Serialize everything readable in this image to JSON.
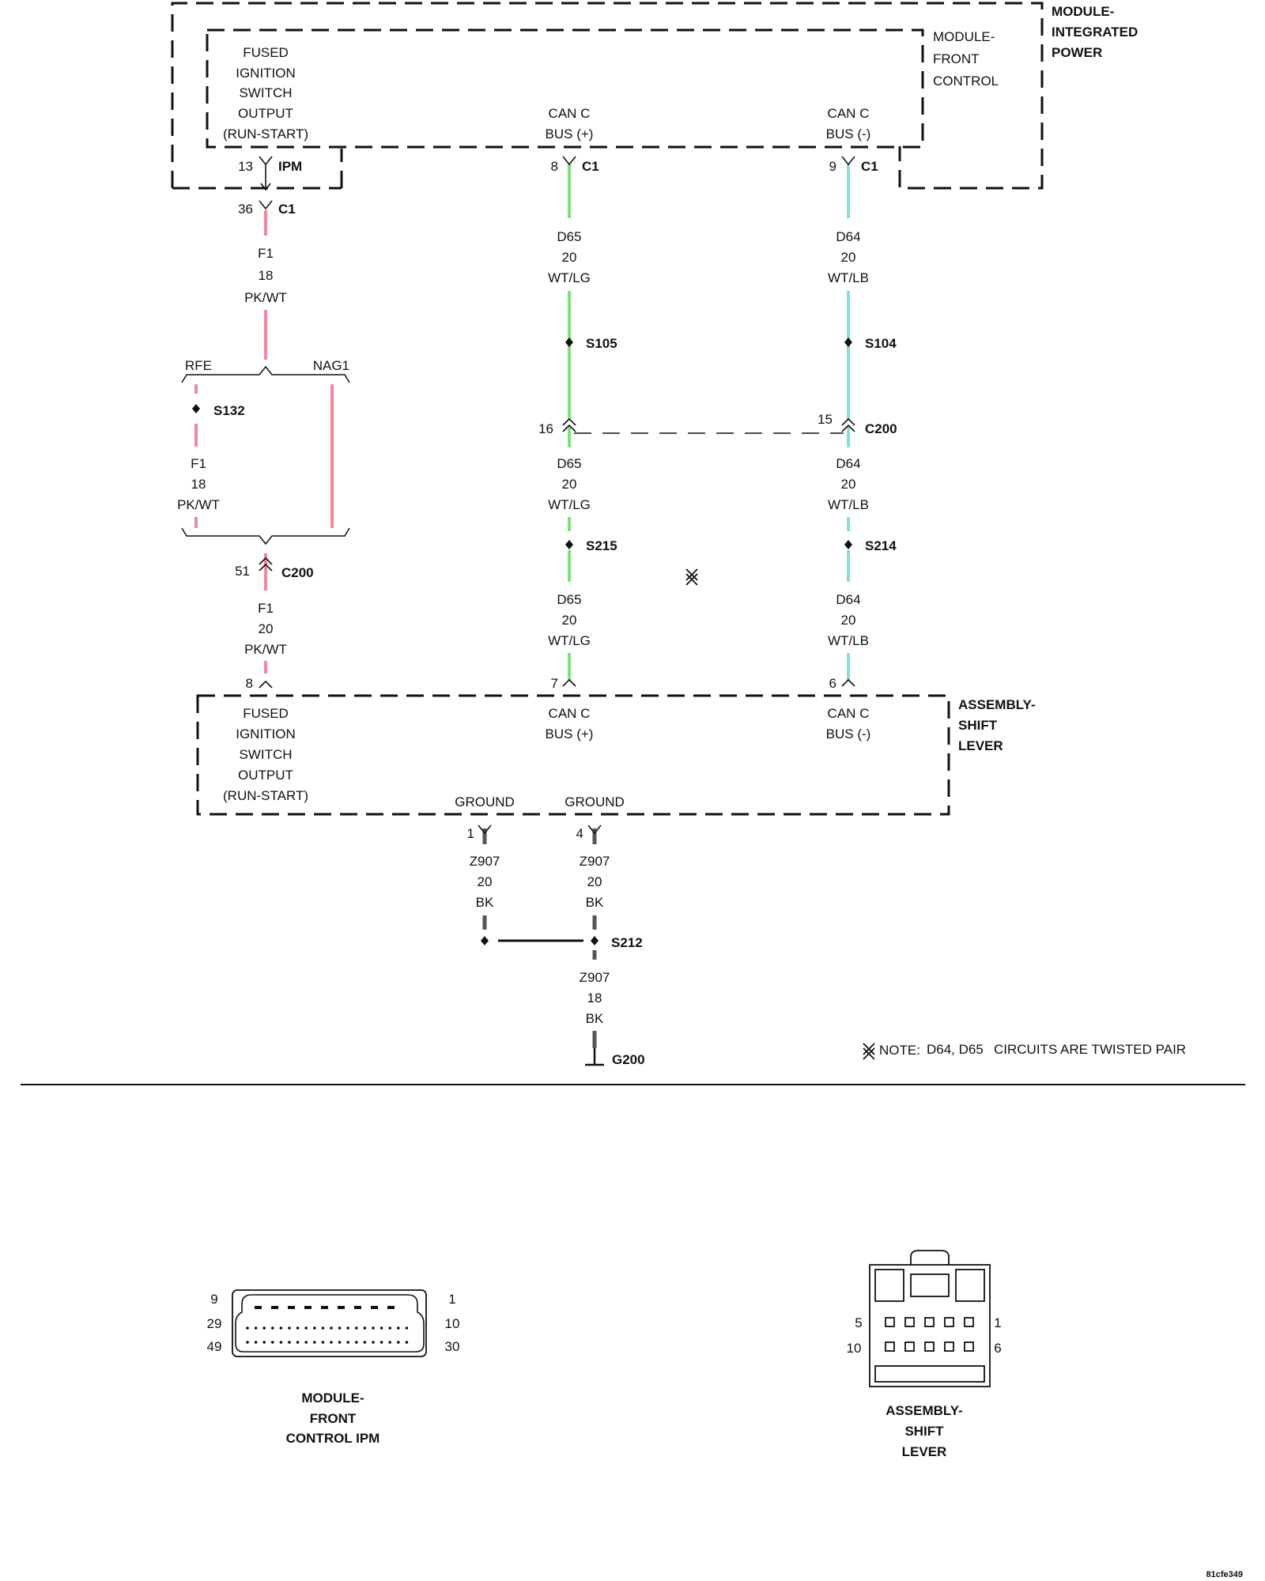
{
  "modules": {
    "ipm_title": [
      "MODULE-",
      "INTEGRATED",
      "POWER"
    ],
    "fcm_title": [
      "MODULE-",
      "FRONT",
      "CONTROL"
    ],
    "fcm_pins": {
      "ign": [
        "FUSED",
        "IGNITION",
        "SWITCH",
        "OUTPUT",
        "(RUN-START)"
      ],
      "canp": [
        "CAN C",
        "BUS (+)"
      ],
      "canm": [
        "CAN C",
        "BUS (-)"
      ]
    },
    "shifter_title": [
      "ASSEMBLY-",
      "SHIFT",
      "LEVER"
    ],
    "shifter_pins": {
      "ign": [
        "FUSED",
        "IGNITION",
        "SWITCH",
        "OUTPUT",
        "(RUN-START)"
      ],
      "canp": [
        "CAN C",
        "BUS (+)"
      ],
      "canm": [
        "CAN C",
        "BUS (-)"
      ],
      "gnd1": "GROUND",
      "gnd2": "GROUND"
    }
  },
  "connectors": {
    "ign_top": {
      "pin": "13",
      "name": "IPM"
    },
    "canp_top": {
      "pin": "8",
      "name": "C1"
    },
    "canm_top": {
      "pin": "9",
      "name": "C1"
    },
    "ign_c1": {
      "pin": "36",
      "name": "C1"
    },
    "c200_ign": {
      "pin": "51",
      "name": "C200"
    },
    "c200_canp": {
      "pin": "16"
    },
    "c200_canm": {
      "pin": "15",
      "name": "C200"
    },
    "sh_ign": {
      "pin": "8"
    },
    "sh_canp": {
      "pin": "7"
    },
    "sh_canm": {
      "pin": "6"
    },
    "sh_gnd1": {
      "pin": "1"
    },
    "sh_gnd2": {
      "pin": "4"
    }
  },
  "wires": {
    "f1_a": [
      "F1",
      "18",
      "PK/WT"
    ],
    "f1_b": [
      "F1",
      "18",
      "PK/WT"
    ],
    "f1_c": [
      "F1",
      "20",
      "PK/WT"
    ],
    "d65_a": [
      "D65",
      "20",
      "WT/LG"
    ],
    "d65_b": [
      "D65",
      "20",
      "WT/LG"
    ],
    "d65_c": [
      "D65",
      "20",
      "WT/LG"
    ],
    "d64_a": [
      "D64",
      "20",
      "WT/LB"
    ],
    "d64_b": [
      "D64",
      "20",
      "WT/LB"
    ],
    "d64_c": [
      "D64",
      "20",
      "WT/LB"
    ],
    "z907_a": [
      "Z907",
      "20",
      "BK"
    ],
    "z907_b": [
      "Z907",
      "20",
      "BK"
    ],
    "z907_c": [
      "Z907",
      "18",
      "BK"
    ]
  },
  "branches": {
    "rfe": "RFE",
    "nag1": "NAG1"
  },
  "splices": {
    "s105": "S105",
    "s104": "S104",
    "s132": "S132",
    "s215": "S215",
    "s214": "S214",
    "s212": "S212"
  },
  "ground": "G200",
  "note": {
    "label": "NOTE:",
    "circuits": "D64, D65",
    "text": "CIRCUITS ARE TWISTED PAIR"
  },
  "views": {
    "fcm": {
      "title": [
        "MODULE-",
        "FRONT",
        "CONTROL IPM"
      ],
      "pins_left": [
        "9",
        "29",
        "49"
      ],
      "pins_right": [
        "1",
        "10",
        "30"
      ]
    },
    "shifter": {
      "title": [
        "ASSEMBLY-",
        "SHIFT",
        "LEVER"
      ],
      "pins_left": [
        "5",
        "10"
      ],
      "pins_right": [
        "1",
        "6"
      ]
    }
  },
  "figure_id": "81cfe349",
  "colors": {
    "pink": "#f0889e",
    "green": "#7fe07f",
    "blue": "#7fe0e0",
    "ground": "#555555"
  }
}
